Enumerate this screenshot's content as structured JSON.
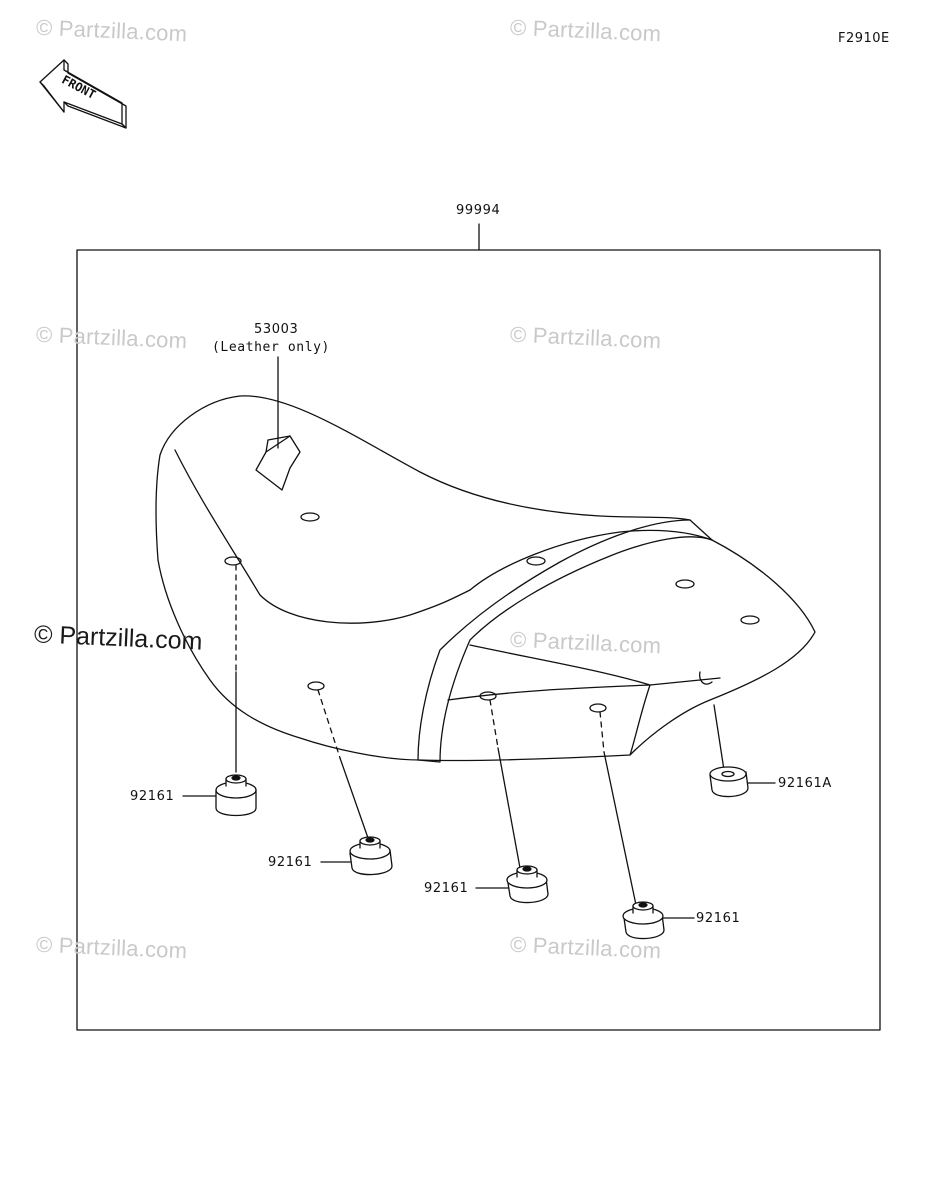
{
  "figure_id": "F2910E",
  "front_label": "FRONT",
  "assembly_label": "99994",
  "watermarks": {
    "faint": "© Partzilla.com",
    "strong": "© Partzilla.com"
  },
  "parts": {
    "emblem": {
      "number": "53003",
      "note": "(Leather only)"
    },
    "damper_1": "92161",
    "damper_2": "92161",
    "damper_3": "92161",
    "damper_4": "92161",
    "damper_5": "92161A"
  }
}
